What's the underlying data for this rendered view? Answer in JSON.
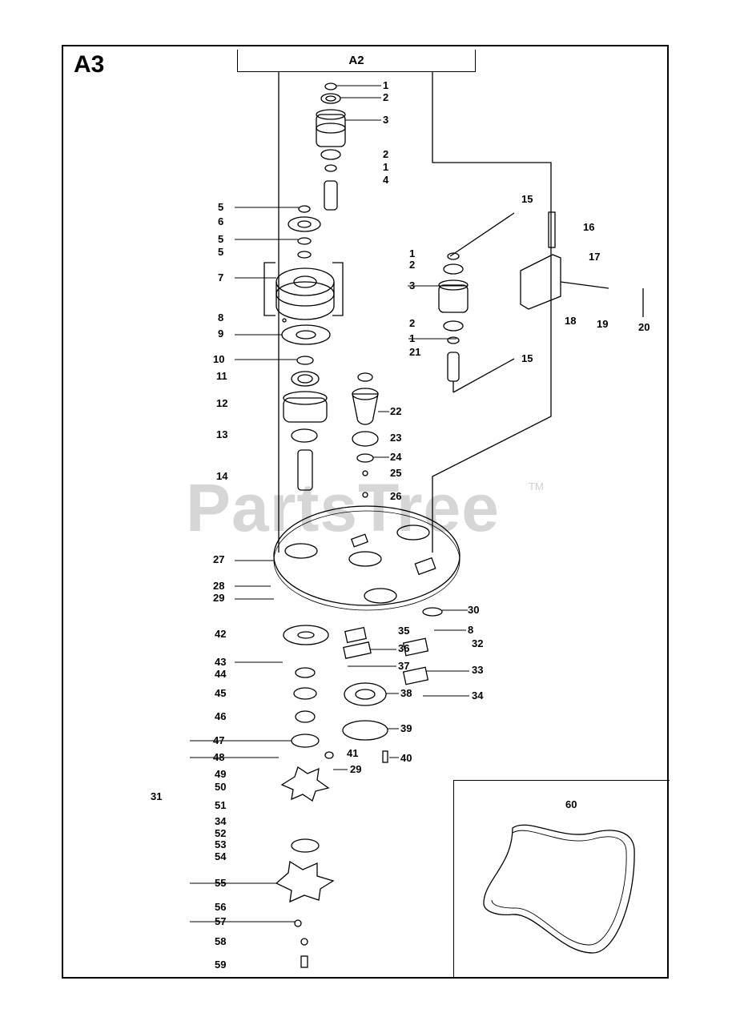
{
  "section_code": "A3",
  "reference_section": "A2",
  "watermark": "PartsTree",
  "watermark_mark": "TM",
  "callouts": [
    {
      "id": "c1a",
      "text": "1"
    },
    {
      "id": "c2a",
      "text": "2"
    },
    {
      "id": "c3a",
      "text": "3"
    },
    {
      "id": "c2b",
      "text": "2"
    },
    {
      "id": "c1b",
      "text": "1"
    },
    {
      "id": "c4",
      "text": "4"
    },
    {
      "id": "c5a",
      "text": "5"
    },
    {
      "id": "c6",
      "text": "6"
    },
    {
      "id": "c5b",
      "text": "5"
    },
    {
      "id": "c5c",
      "text": "5"
    },
    {
      "id": "c7",
      "text": "7"
    },
    {
      "id": "c8a",
      "text": "8"
    },
    {
      "id": "c9",
      "text": "9"
    },
    {
      "id": "c10",
      "text": "10"
    },
    {
      "id": "c11",
      "text": "11"
    },
    {
      "id": "c12",
      "text": "12"
    },
    {
      "id": "c13",
      "text": "13"
    },
    {
      "id": "c14",
      "text": "14"
    },
    {
      "id": "c15a",
      "text": "15"
    },
    {
      "id": "c16",
      "text": "16"
    },
    {
      "id": "c17",
      "text": "17"
    },
    {
      "id": "c1c",
      "text": "1"
    },
    {
      "id": "c2c",
      "text": "2"
    },
    {
      "id": "c3b",
      "text": "3"
    },
    {
      "id": "c2d",
      "text": "2"
    },
    {
      "id": "c1d",
      "text": "1"
    },
    {
      "id": "c21",
      "text": "21"
    },
    {
      "id": "c15b",
      "text": "15"
    },
    {
      "id": "c18",
      "text": "18"
    },
    {
      "id": "c19",
      "text": "19"
    },
    {
      "id": "c20",
      "text": "20"
    },
    {
      "id": "c22",
      "text": "22"
    },
    {
      "id": "c23",
      "text": "23"
    },
    {
      "id": "c24",
      "text": "24"
    },
    {
      "id": "c25",
      "text": "25"
    },
    {
      "id": "c26",
      "text": "26"
    },
    {
      "id": "c27",
      "text": "27"
    },
    {
      "id": "c28",
      "text": "28"
    },
    {
      "id": "c29a",
      "text": "29"
    },
    {
      "id": "c30",
      "text": "30"
    },
    {
      "id": "c8b",
      "text": "8"
    },
    {
      "id": "c32",
      "text": "32"
    },
    {
      "id": "c35",
      "text": "35"
    },
    {
      "id": "c36",
      "text": "36"
    },
    {
      "id": "c37",
      "text": "37"
    },
    {
      "id": "c33",
      "text": "33"
    },
    {
      "id": "c38",
      "text": "38"
    },
    {
      "id": "c34a",
      "text": "34"
    },
    {
      "id": "c39",
      "text": "39"
    },
    {
      "id": "c42",
      "text": "42"
    },
    {
      "id": "c43",
      "text": "43"
    },
    {
      "id": "c44",
      "text": "44"
    },
    {
      "id": "c45",
      "text": "45"
    },
    {
      "id": "c46",
      "text": "46"
    },
    {
      "id": "c47",
      "text": "47"
    },
    {
      "id": "c48",
      "text": "48"
    },
    {
      "id": "c41",
      "text": "41"
    },
    {
      "id": "c40",
      "text": "40"
    },
    {
      "id": "c49",
      "text": "49"
    },
    {
      "id": "c29b",
      "text": "29"
    },
    {
      "id": "c50",
      "text": "50"
    },
    {
      "id": "c31",
      "text": "31"
    },
    {
      "id": "c51",
      "text": "51"
    },
    {
      "id": "c34b",
      "text": "34"
    },
    {
      "id": "c52",
      "text": "52"
    },
    {
      "id": "c53",
      "text": "53"
    },
    {
      "id": "c54",
      "text": "54"
    },
    {
      "id": "c55",
      "text": "55"
    },
    {
      "id": "c56",
      "text": "56"
    },
    {
      "id": "c57",
      "text": "57"
    },
    {
      "id": "c58",
      "text": "58"
    },
    {
      "id": "c59",
      "text": "59"
    },
    {
      "id": "c60",
      "text": "60"
    }
  ]
}
